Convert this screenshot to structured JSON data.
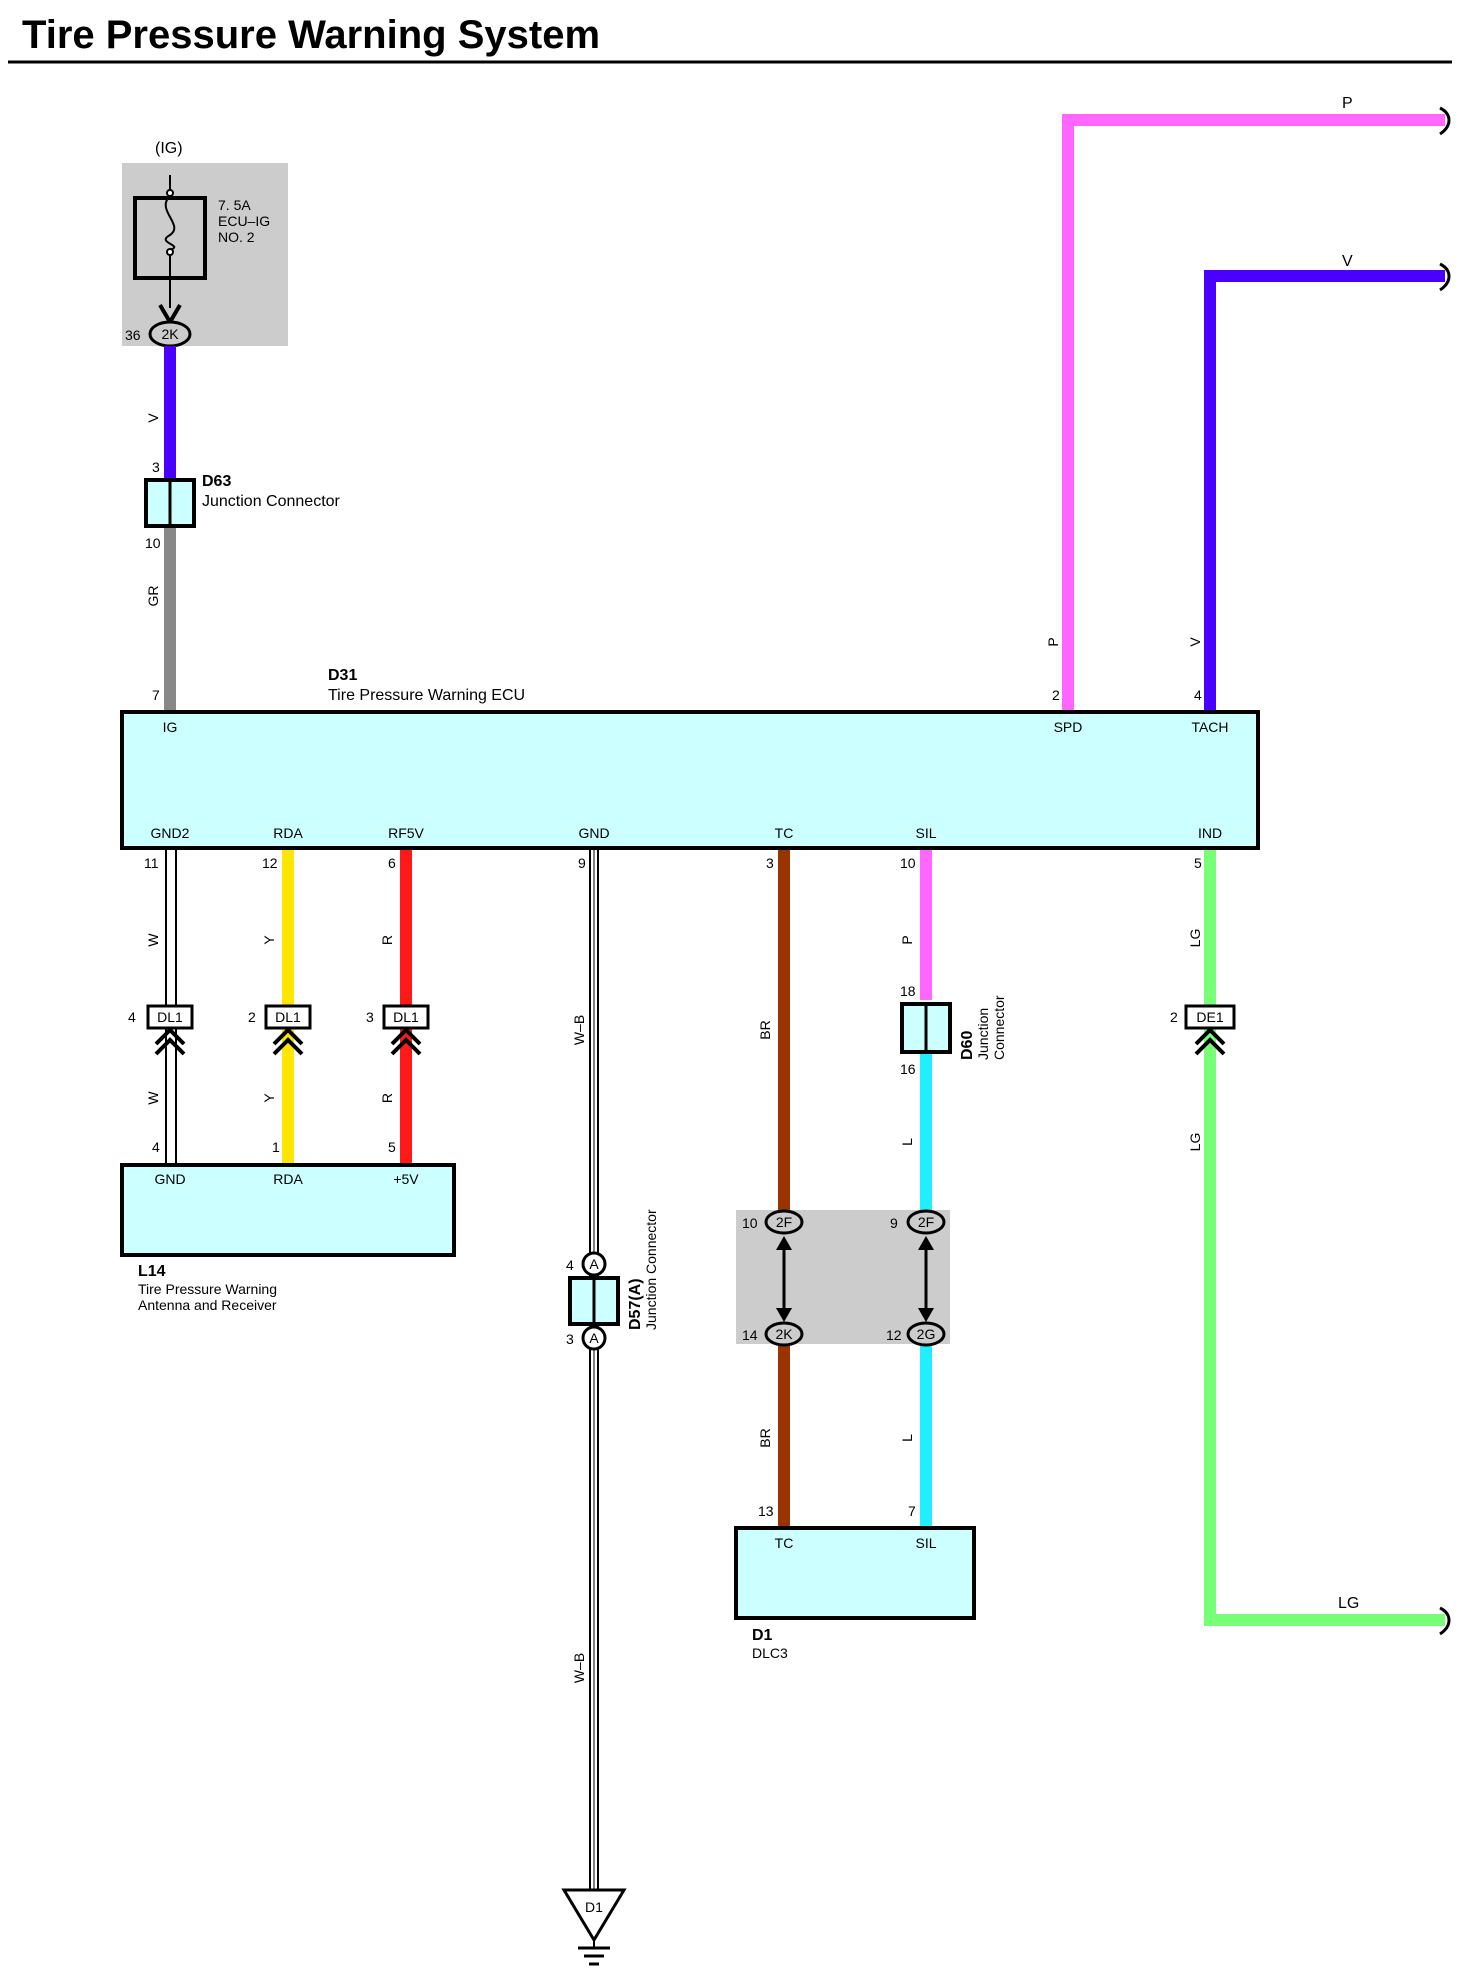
{
  "page": {
    "title": "Tire Pressure Warning System"
  },
  "colors": {
    "pink": "#ff66ff",
    "violet": "#4a00ff",
    "gray": "#888888",
    "yellow": "#ffe600",
    "red": "#ff1a1a",
    "brown": "#993300",
    "cyan": "#22eeff",
    "light_green": "#77ff77",
    "component_fill": "#ccffff",
    "junction_block_fill": "#cccccc"
  },
  "fuse": {
    "supply": "(IG)",
    "rating": "7. 5A",
    "name_line1": "ECU–IG",
    "name_line2": "NO. 2",
    "pin": "36",
    "connector": "2K"
  },
  "wires": {
    "ig_v": "V",
    "ig_gr": "GR",
    "spd": "P",
    "tach": "V",
    "gnd2_top": "W",
    "gnd2_bot": "W",
    "rda_top": "Y",
    "rda_bot": "Y",
    "rf5v_top": "R",
    "rf5v_bot": "R",
    "gnd": "W–B",
    "gnd_low": "W–B",
    "tc_top": "BR",
    "tc_bot": "BR",
    "sil_top": "P",
    "sil_mid": "L",
    "sil_bot": "L",
    "ind_top": "LG",
    "ind_mid": "LG"
  },
  "offpage": {
    "p": "P",
    "v": "V",
    "lg": "LG"
  },
  "d63": {
    "id": "D63",
    "name": "Junction Connector",
    "pin_top": "3",
    "pin_bot": "10"
  },
  "ecu": {
    "id": "D31",
    "name": "Tire Pressure Warning ECU",
    "top_pins": [
      {
        "num": "7",
        "label": "IG"
      },
      {
        "num": "2",
        "label": "SPD"
      },
      {
        "num": "4",
        "label": "TACH"
      }
    ],
    "bottom_pins": [
      {
        "num": "11",
        "label": "GND2"
      },
      {
        "num": "12",
        "label": "RDA"
      },
      {
        "num": "6",
        "label": "RF5V"
      },
      {
        "num": "9",
        "label": "GND"
      },
      {
        "num": "3",
        "label": "TC"
      },
      {
        "num": "10",
        "label": "SIL"
      },
      {
        "num": "5",
        "label": "IND"
      }
    ]
  },
  "dl1": [
    {
      "pin": "4",
      "name": "DL1"
    },
    {
      "pin": "2",
      "name": "DL1"
    },
    {
      "pin": "3",
      "name": "DL1"
    }
  ],
  "de1": {
    "pin": "2",
    "name": "DE1"
  },
  "l14": {
    "id": "L14",
    "name_line1": "Tire Pressure Warning",
    "name_line2": "Antenna and Receiver",
    "pins": [
      {
        "num": "4",
        "label": "GND"
      },
      {
        "num": "1",
        "label": "RDA"
      },
      {
        "num": "5",
        "label": "+5V"
      }
    ]
  },
  "d60": {
    "id": "D60",
    "name_line1": "Junction",
    "name_line2": "Connector",
    "pin_top": "18",
    "pin_bot": "16"
  },
  "d57": {
    "id": "D57(A)",
    "name": "Junction Connector",
    "pin_top": "4",
    "pin_bot": "3",
    "mark": "A"
  },
  "jb": {
    "tc_top_pin": "10",
    "tc_top_conn": "2F",
    "sil_top_pin": "9",
    "sil_top_conn": "2F",
    "tc_bot_pin": "14",
    "tc_bot_conn": "2K",
    "sil_bot_pin": "12",
    "sil_bot_conn": "2G"
  },
  "d1": {
    "id": "D1",
    "name": "DLC3",
    "pins": [
      {
        "num": "13",
        "label": "TC"
      },
      {
        "num": "7",
        "label": "SIL"
      }
    ]
  },
  "ground": {
    "label": "D1"
  }
}
